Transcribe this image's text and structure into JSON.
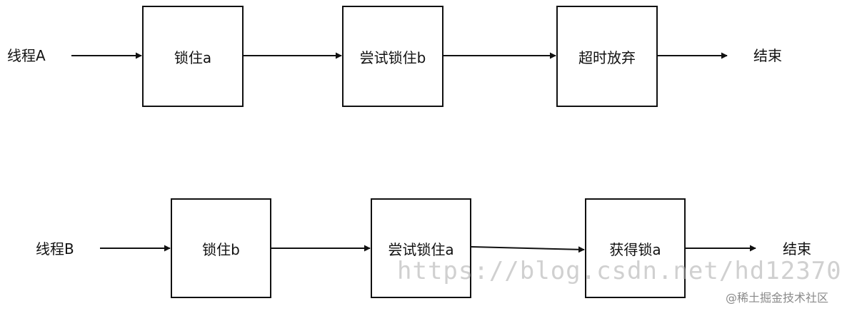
{
  "rows": [
    {
      "thread": "线程A",
      "steps": [
        "锁住a",
        "尝试锁住b",
        "超时放弃"
      ],
      "end": "结束"
    },
    {
      "thread": "线程B",
      "steps": [
        "锁住b",
        "尝试锁住a",
        "获得锁a"
      ],
      "end": "结束"
    }
  ],
  "watermark": "https://blog.csdn.net/hd12370",
  "credit": "@稀土掘金技术社区"
}
